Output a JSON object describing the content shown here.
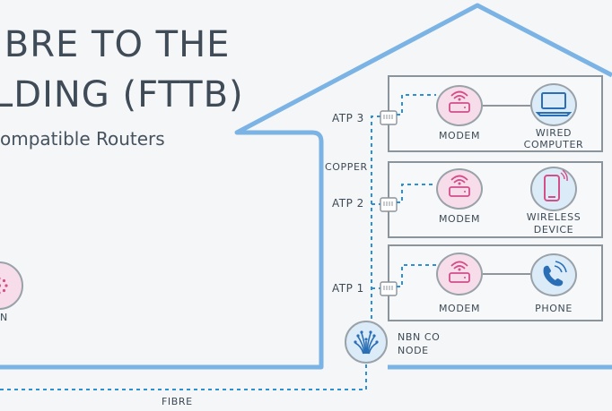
{
  "title": {
    "line1": "IBRE TO THE",
    "line2": "LDING (FTTB)"
  },
  "subtitle": "ompatible Routers",
  "left_icon_label": "N",
  "labels": {
    "copper": "COPPER",
    "fibre": "FIBRE",
    "node": [
      "NBN CO",
      "NODE"
    ]
  },
  "rooms": [
    {
      "atp": "ATP 3",
      "modem": "MODEM",
      "device": [
        "WIRED",
        "COMPUTER"
      ],
      "device_icon": "laptop-icon"
    },
    {
      "atp": "ATP 2",
      "modem": "MODEM",
      "device": [
        "WIRELESS",
        "DEVICE"
      ],
      "device_icon": "smartphone-icon"
    },
    {
      "atp": "ATP 1",
      "modem": "MODEM",
      "device": [
        "PHONE"
      ],
      "device_icon": "phone-icon"
    }
  ],
  "colors": {
    "house_outline": "#7ab3e4",
    "modem_fill": "#f7dcea",
    "modem_icon": "#d24f8a",
    "device_fill": "#dcebf8",
    "device_icon": "#2a6fb5",
    "dashed_line": "#2f8fd0",
    "room_border": "#8c949b"
  }
}
